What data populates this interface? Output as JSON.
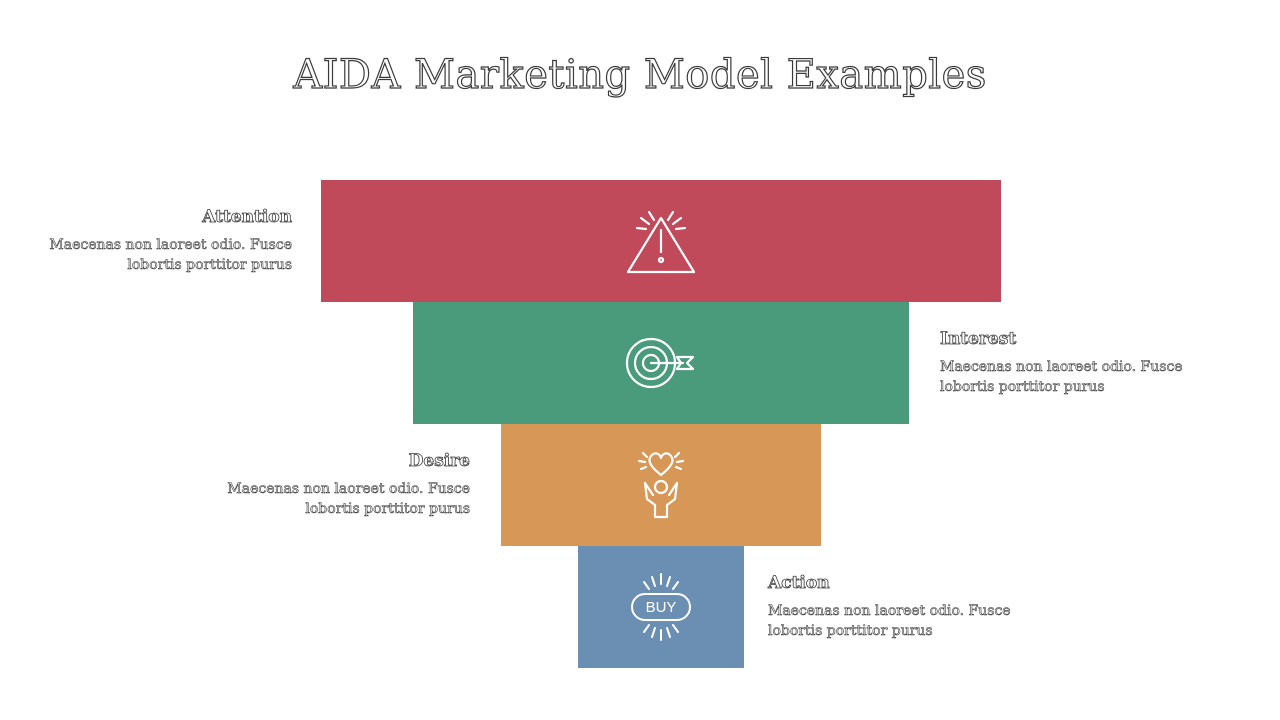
{
  "title": "AIDA Marketing Model Examples",
  "stages": [
    {
      "name": "Attention",
      "description": "Maecenas non laoreet odio. Fusce lobortis porttitor purus",
      "color": "#c0495a",
      "icon": "warning-icon"
    },
    {
      "name": "Interest",
      "description": "Maecenas non laoreet odio. Fusce lobortis porttitor purus",
      "color": "#4a9a7c",
      "icon": "target-icon"
    },
    {
      "name": "Desire",
      "description": "Maecenas non laoreet odio. Fusce lobortis porttitor purus",
      "color": "#d79757",
      "icon": "heart-hands-icon"
    },
    {
      "name": "Action",
      "description": "Maecenas non laoreet odio. Fusce lobortis porttitor purus",
      "color": "#6b8fb3",
      "icon": "buy-icon",
      "icon_text": "BUY"
    }
  ]
}
